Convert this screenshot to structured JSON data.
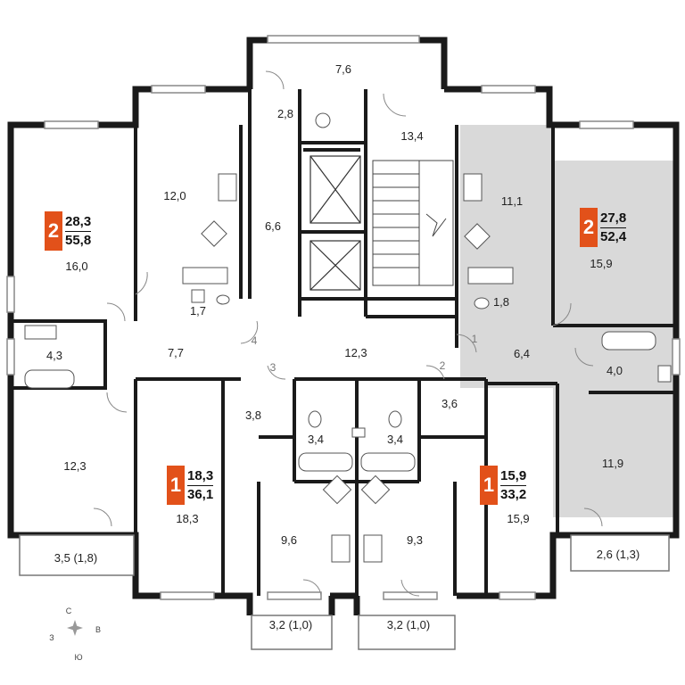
{
  "apartments": [
    {
      "id": "nw",
      "rooms": "2",
      "living_area": "28,3",
      "total_area": "55,8"
    },
    {
      "id": "ne",
      "rooms": "2",
      "living_area": "27,8",
      "total_area": "52,4"
    },
    {
      "id": "sw",
      "rooms": "1",
      "living_area": "18,3",
      "total_area": "36,1"
    },
    {
      "id": "se",
      "rooms": "1",
      "living_area": "15,9",
      "total_area": "33,2"
    }
  ],
  "room_areas": {
    "hall_top": "7,6",
    "small_top": "2,8",
    "stair_hall": "13,4",
    "kitchen_nw": "12,0",
    "corridor_lift": "6,6",
    "room_nw": "16,0",
    "wc_nw": "1,7",
    "bath_w": "4,3",
    "hall_w": "7,7",
    "lobby": "12,3",
    "room_sw": "12,3",
    "balcony_w": "3,5 (1,8)",
    "kitchen_ne": "11,1",
    "room_ne": "15,9",
    "wc_ne": "1,8",
    "hall_ne": "6,4",
    "bath_ne": "4,0",
    "room_e": "11,9",
    "balcony_e": "2,6 (1,3)",
    "hall_sw": "3,8",
    "bath_sw": "3,4",
    "room_1sw": "18,3",
    "kitchen_sw": "9,6",
    "balcony_sw": "3,2 (1,0)",
    "hall_se": "3,6",
    "bath_se": "3,4",
    "room_1se": "15,9",
    "kitchen_se": "9,3",
    "balcony_se": "3,2 (1,0)"
  },
  "door_numbers": [
    "1",
    "2",
    "3",
    "4"
  ],
  "compass": {
    "north": "С",
    "south": "Ю",
    "west": "З",
    "east": "В"
  }
}
